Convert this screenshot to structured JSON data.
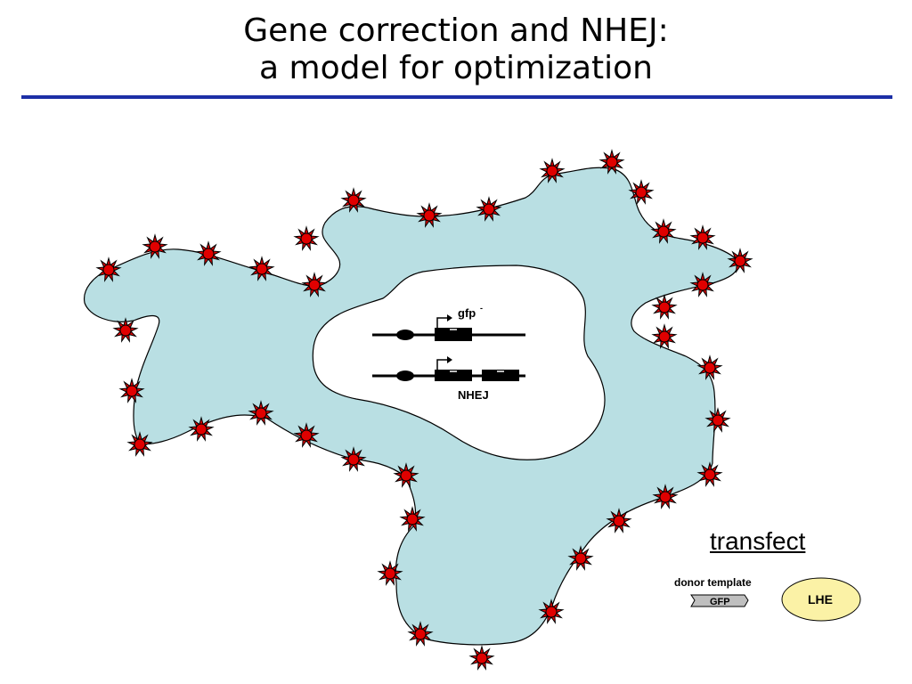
{
  "title": {
    "line1": "Gene correction and NHEJ:",
    "line2": "a model for optimization"
  },
  "diagram": {
    "gene_top_label": "gfp",
    "gene_top_superscript": "-",
    "gene_bottom_label": "NHEJ",
    "transfect_label": "transfect",
    "donor_template_label": "donor template",
    "donor_tag": "GFP",
    "lhe_label": "LHE",
    "colors": {
      "rule": "#1c2fa6",
      "cytoplasm": "#b9dfe3",
      "star": "#e00000",
      "lhe_fill": "#fbf2a6",
      "donor_fill": "#bfbfbf"
    }
  }
}
